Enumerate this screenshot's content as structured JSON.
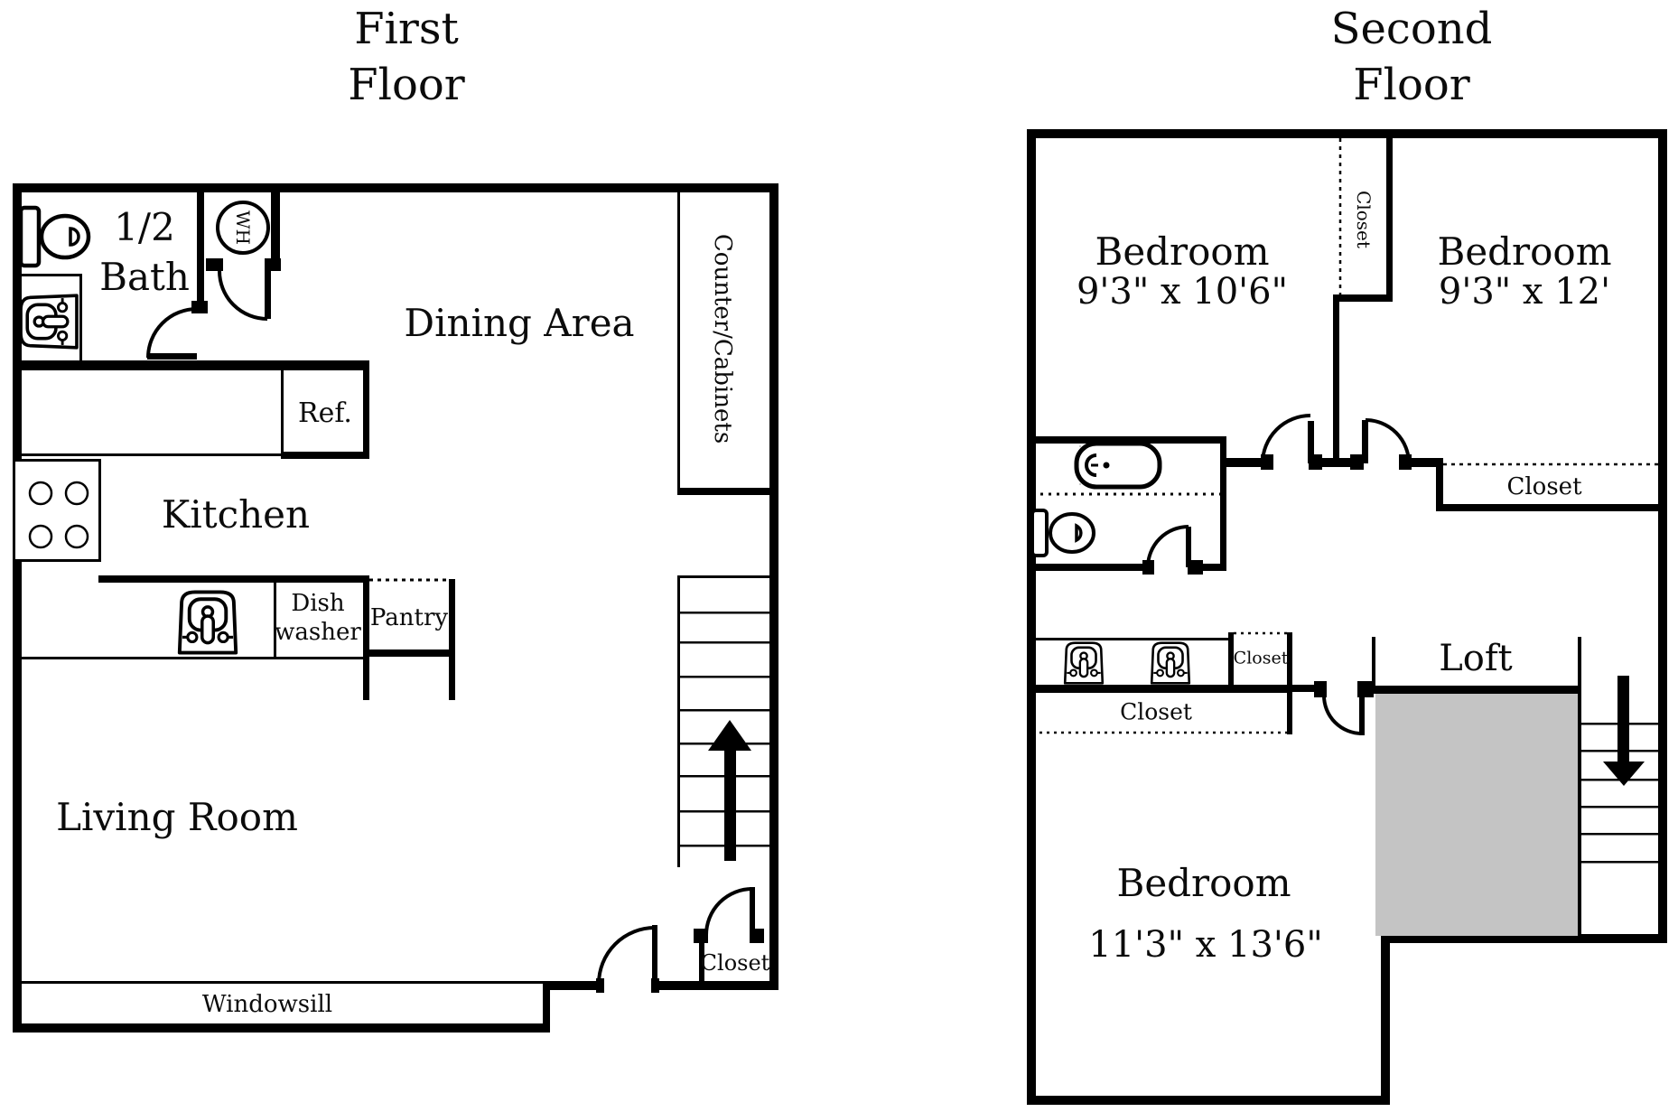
{
  "meta": {
    "wall_color": "#000000",
    "background": "#ffffff",
    "stair_void_fill": "#c4c4c4"
  },
  "first_floor": {
    "title_line1": "First",
    "title_line2": "Floor",
    "rooms": {
      "half_bath_line1": "1/2",
      "half_bath_line2": "Bath",
      "dining": "Dining Area",
      "kitchen": "Kitchen",
      "living": "Living Room"
    },
    "fixtures": {
      "water_heater": "WH",
      "refrigerator": "Ref.",
      "dishwasher_line1": "Dish",
      "dishwasher_line2": "washer",
      "pantry": "Pantry",
      "counter": "Counter/Cabinets",
      "windowsill": "Windowsill",
      "closet": "Closet"
    }
  },
  "second_floor": {
    "title_line1": "Second",
    "title_line2": "Floor",
    "rooms": {
      "bedroom1_name": "Bedroom",
      "bedroom1_dims": "9'3\" x 10'6\"",
      "bedroom2_name": "Bedroom",
      "bedroom2_dims": "9'3\" x 12'",
      "bedroom3_name": "Bedroom",
      "bedroom3_dims": "11'3\" x 13'6\"",
      "loft": "Loft"
    },
    "closets": {
      "top": "Closet",
      "hall": "Closet",
      "small": "Closet",
      "bedroom": "Closet"
    }
  }
}
